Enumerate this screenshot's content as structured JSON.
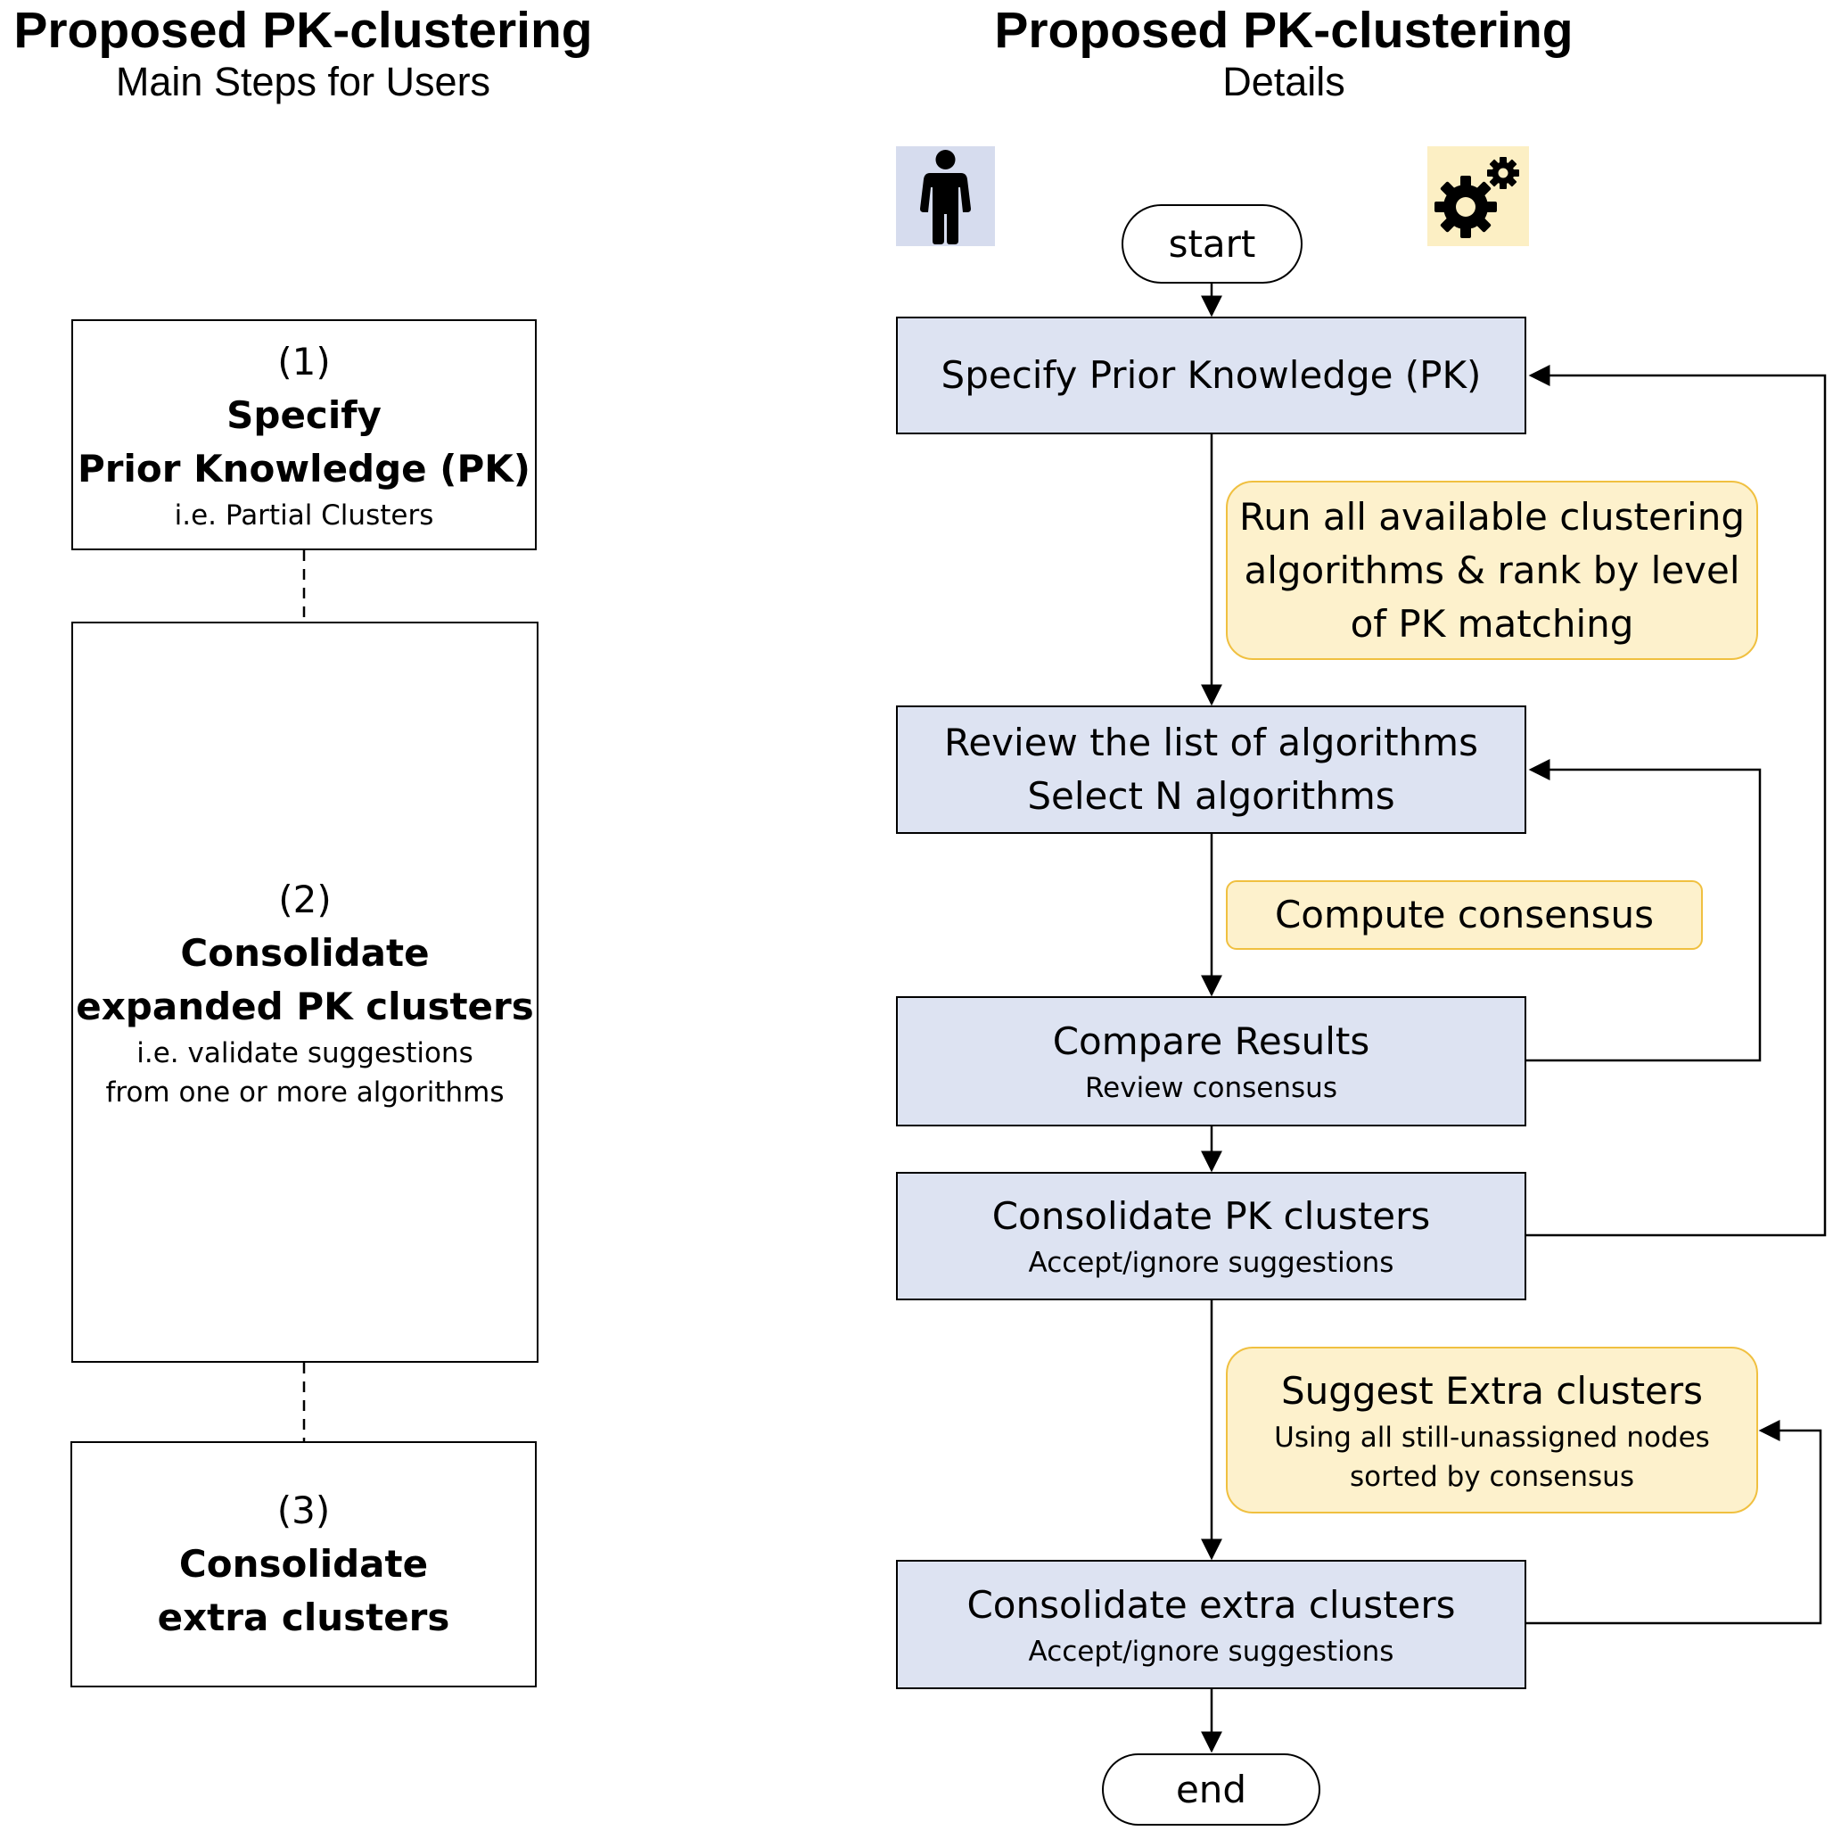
{
  "left": {
    "title": "Proposed PK-clustering",
    "subtitle": "Main Steps for Users",
    "steps": [
      {
        "number": "(1)",
        "title_line1": "Specify",
        "title_line2": "Prior Knowledge (PK)",
        "note_line1": "i.e. Partial Clusters",
        "note_line2": ""
      },
      {
        "number": "(2)",
        "title_line1": "Consolidate",
        "title_line2": "expanded PK clusters",
        "note_line1": "i.e. validate suggestions",
        "note_line2": "from one or more algorithms"
      },
      {
        "number": "(3)",
        "title_line1": "Consolidate",
        "title_line2": "extra clusters",
        "note_line1": "",
        "note_line2": ""
      }
    ]
  },
  "right": {
    "title": "Proposed PK-clustering",
    "subtitle": "Details",
    "user_icon": "person-icon",
    "system_icon": "gears-icon",
    "colors": {
      "user_steps": "#dde3f2",
      "system_steps": "#fdf1cc",
      "system_border": "#f0c040",
      "user_icon_bg": "#d6dcee",
      "system_icon_bg": "#fcefc4"
    },
    "start": "start",
    "end": "end",
    "specify": "Specify Prior Knowledge (PK)",
    "run_all": {
      "line1": "Run all available clustering",
      "line2": "algorithms & rank by level",
      "line3": "of PK matching"
    },
    "review": {
      "line1": "Review the list of algorithms",
      "line2": "Select N algorithms"
    },
    "compute": "Compute consensus",
    "compare": {
      "title": "Compare Results",
      "note": "Review consensus"
    },
    "consolidate_pk": {
      "title": "Consolidate PK clusters",
      "note": "Accept/ignore suggestions"
    },
    "suggest": {
      "title": "Suggest Extra clusters",
      "note_line1": "Using all still-unassigned nodes",
      "note_line2": "sorted by consensus"
    },
    "consolidate_extra": {
      "title": "Consolidate extra clusters",
      "note": "Accept/ignore suggestions"
    }
  }
}
